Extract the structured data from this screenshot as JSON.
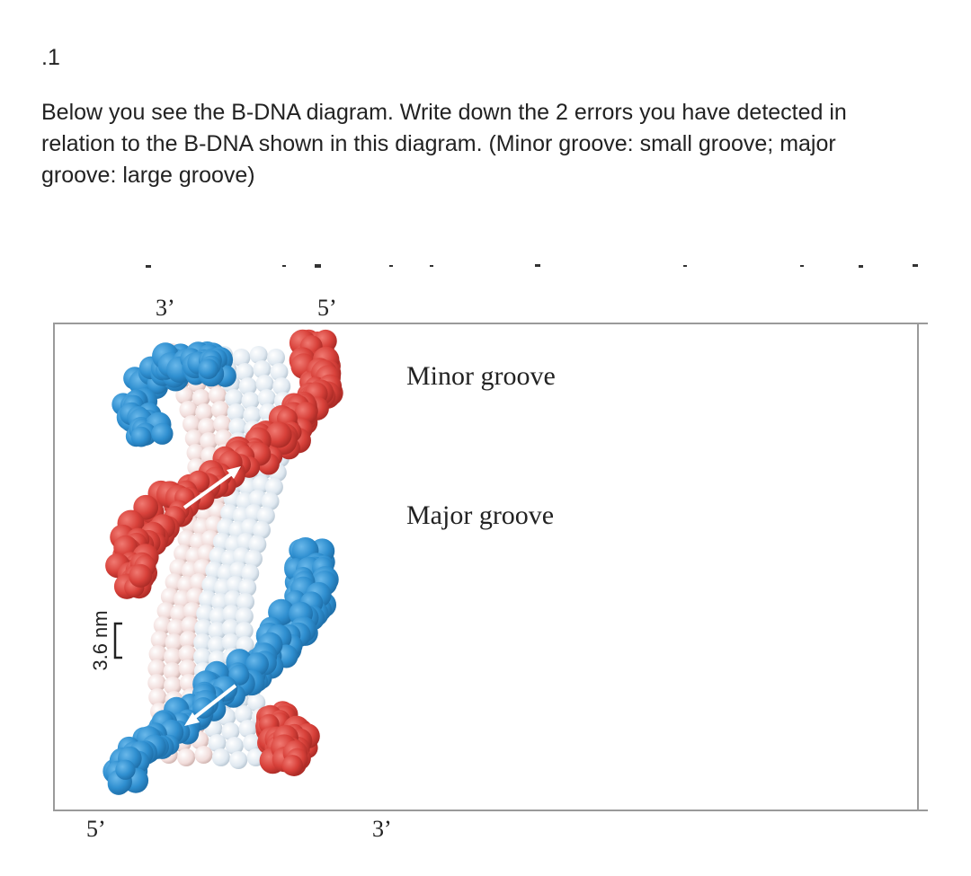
{
  "question": {
    "number": ".1",
    "text": "Below you see the B-DNA diagram. Write down the 2 errors you have detected in relation to the B-DNA shown in this diagram. (Minor groove: small groove; major groove: large groove)"
  },
  "figure": {
    "top_left_end": "3’",
    "top_right_end": "5’",
    "bottom_left_end": "5’",
    "bottom_right_end": "3’",
    "minor_groove_label": "Minor groove",
    "major_groove_label": "Major groove",
    "scale_label": "3.6 nm",
    "colors": {
      "strand_blue": "#2f8fd0",
      "strand_red": "#d8413a",
      "base_pale_blue": "#dfe8f0",
      "base_pale_pink": "#f1dcda",
      "frame": "#9a9a9a"
    }
  }
}
